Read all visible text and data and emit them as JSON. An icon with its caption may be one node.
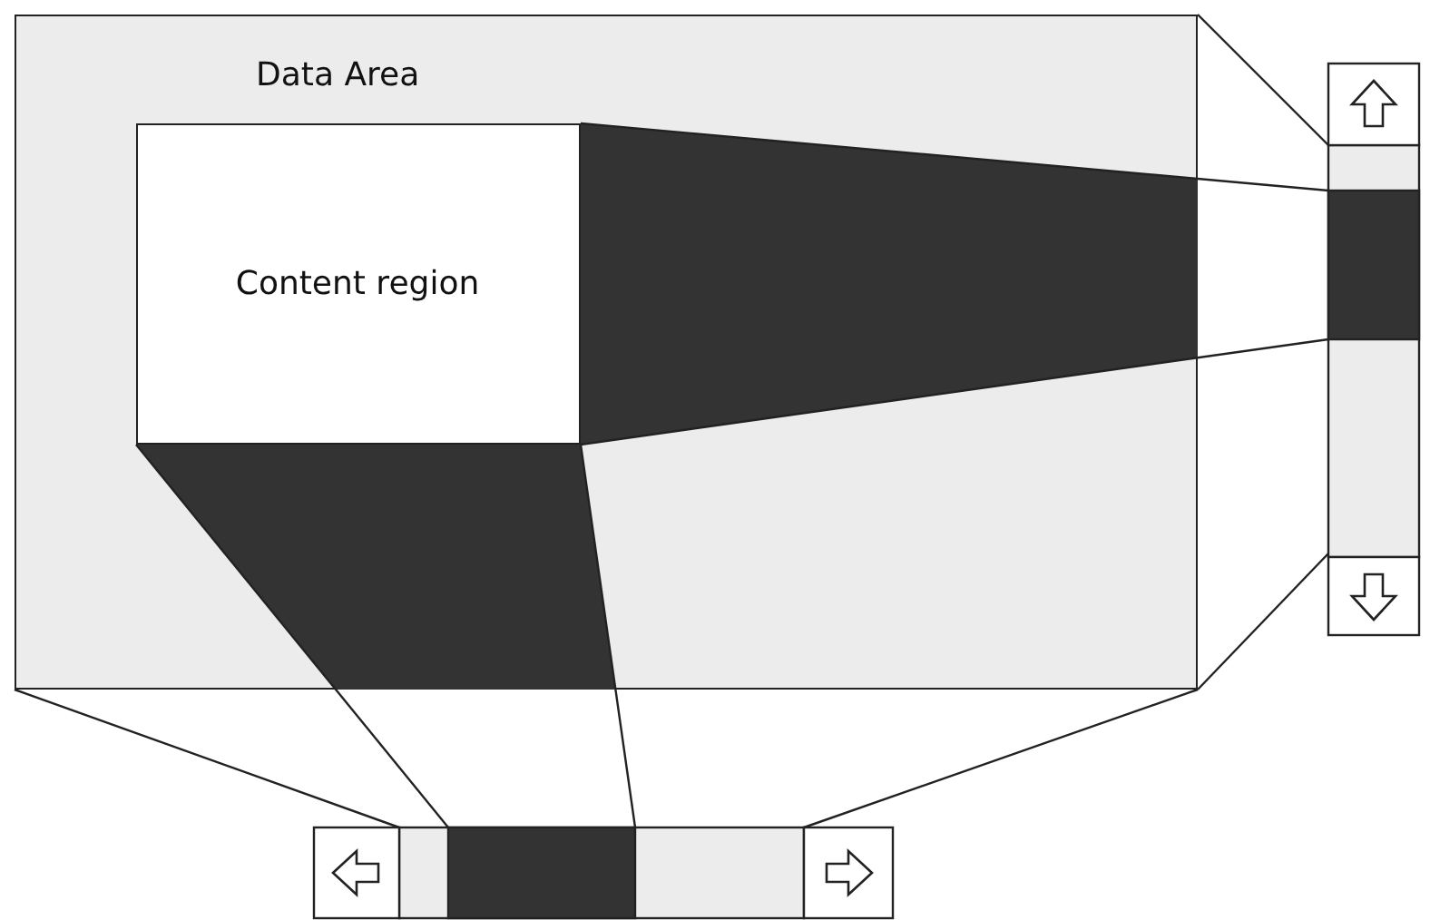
{
  "diagram": {
    "nodes": [
      {
        "text": [
          "Data Area"
        ]
      },
      {
        "text": [
          "Content region"
        ],
        "in": 0
      }
    ]
  }
}
